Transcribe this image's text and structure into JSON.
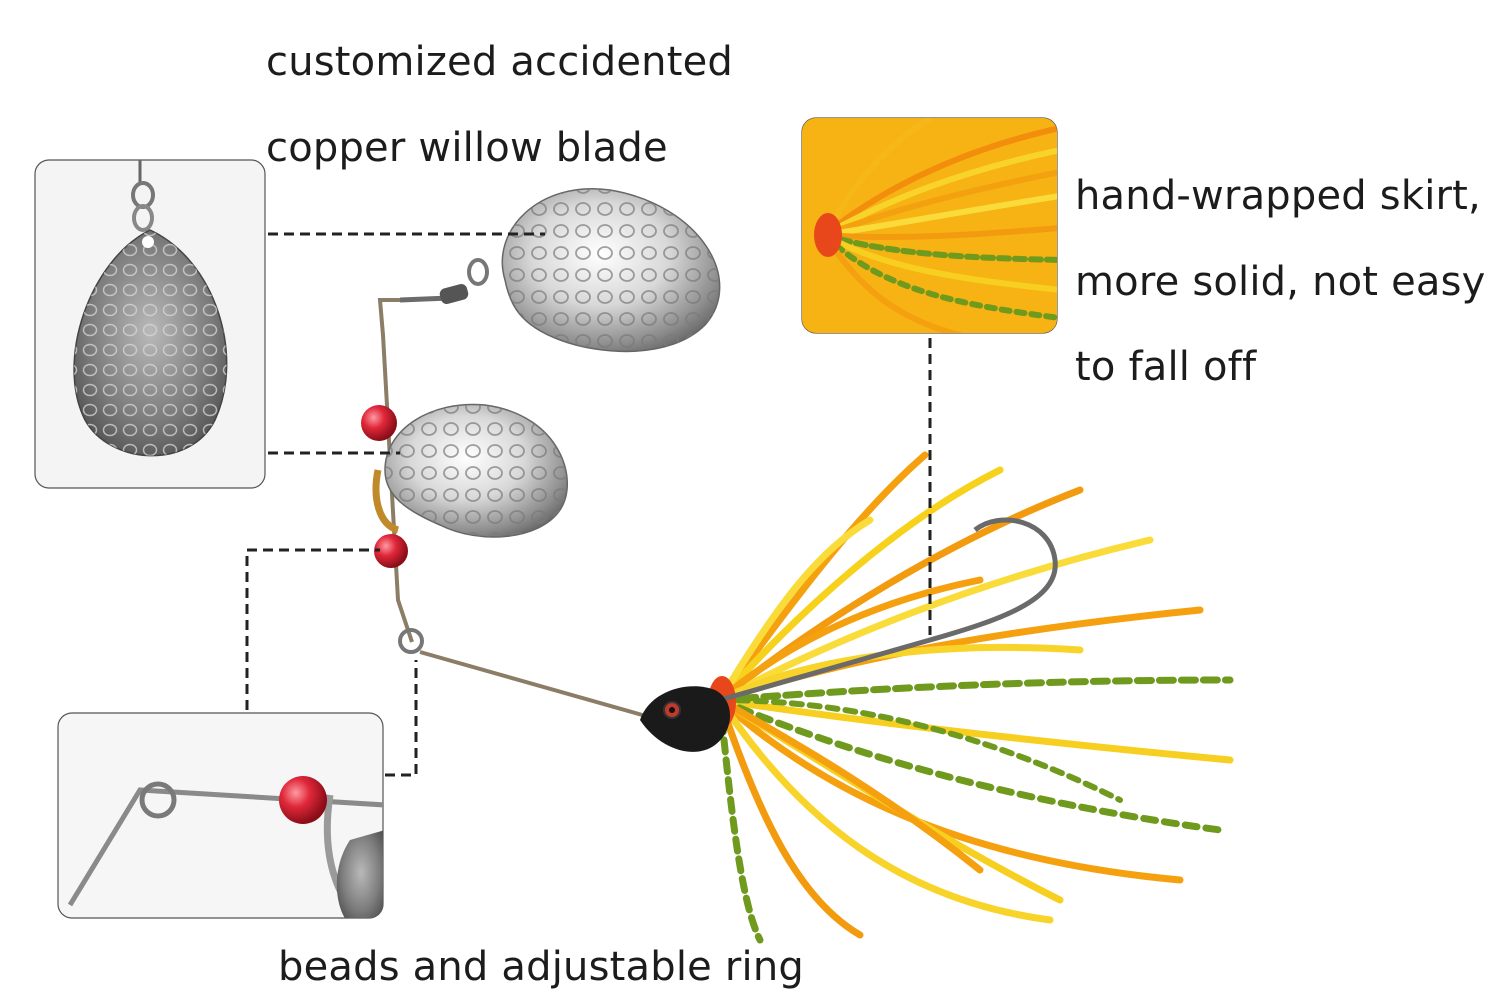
{
  "labels": {
    "blade_line1": "customized accidented",
    "blade_line2": "copper willow blade",
    "skirt_line1": "hand-wrapped skirt,",
    "skirt_line2": "more solid, not easy",
    "skirt_line3": "to fall off",
    "beads": "beads and adjustable ring"
  },
  "colors": {
    "skirt_orange": "#f5a10f",
    "skirt_yellow": "#f7d21c",
    "skirt_green": "#6f9a1e",
    "bead_red": "#e0283a",
    "blade_silver": "#c9c9c9",
    "head_black": "#1a1a1a",
    "leader_line": "#222222"
  },
  "icons": {
    "blade": "willow-blade-icon",
    "bead": "red-bead-icon",
    "ring": "adjustable-ring-icon",
    "hook": "hook-icon"
  }
}
